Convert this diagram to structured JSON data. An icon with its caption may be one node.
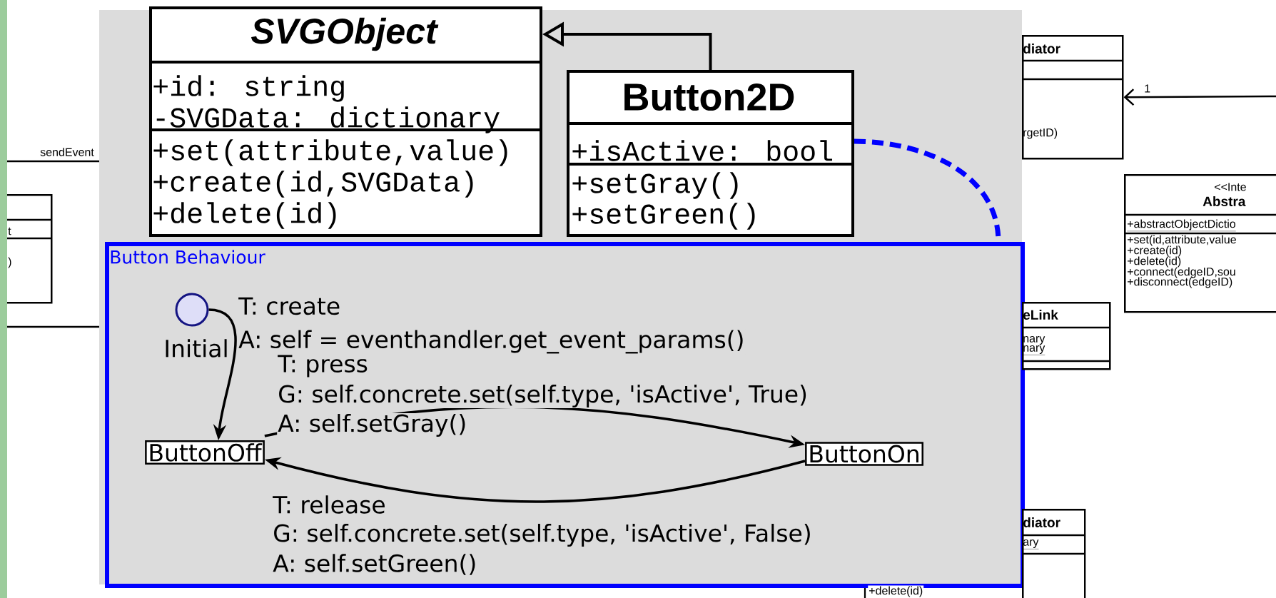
{
  "diagram": {
    "nodes": [
      {
        "text": [
          "SVGObject",
          "+id: string",
          "-SVGData: dictionary",
          "+set(attribute,value)",
          "+create(id,SVGData)",
          "+delete(id)"
        ]
      },
      {
        "text": [
          "Button2D",
          "+isActive: bool",
          "+setGray()",
          "+setGreen()"
        ]
      },
      {
        "text": [
          "Button Behaviour"
        ]
      },
      {
        "text": [],
        "shape": "circle",
        "beside": [
          "Initial"
        ],
        "in": 2
      },
      {
        "text": [
          "ButtonOff"
        ],
        "in": 2
      },
      {
        "text": [
          "ButtonOn"
        ],
        "in": 2
      },
      {
        "text": [
          "t",
          ")"
        ]
      },
      {
        "text": [
          "diator",
          "rgetID)"
        ]
      },
      {
        "text": [
          "<<Inte",
          "Abstra",
          "+abstractObjectDictio",
          "+set(id,attribute,value",
          "+create(id)",
          "+delete(id)",
          "+connect(edgeID,sou",
          "+disconnect(edgeID)"
        ]
      },
      {
        "text": [
          "eLink",
          "nary",
          "nary"
        ]
      },
      {
        "text": [
          "diator",
          "ary"
        ]
      }
    ],
    "edges": [
      {
        "from": 1,
        "to": 0,
        "arrow": "to"
      },
      {
        "from": 1,
        "to": 2,
        "arrow": "none",
        "style": "dashed",
        "color": "#0000ff"
      },
      {
        "from": 3,
        "to": 4,
        "arrow": "to",
        "label": "T: create"
      },
      {
        "from": 4,
        "to": 5,
        "arrow": "to",
        "label": "T: press"
      },
      {
        "from": 5,
        "to": 4,
        "arrow": "to",
        "label": "T: release"
      },
      {
        "from": null,
        "to": 7,
        "arrow": "to",
        "label": "1"
      }
    ],
    "labels": [
      "A: self = eventhandler.get_event_params()",
      "G: self.concrete.set(self.type, 'isActive', True)",
      "A: self.setGray()",
      "G: self.concrete.set(self.type, 'isActive', False)",
      "A: self.setGreen()",
      "sendEvent",
      "+delete(id)"
    ]
  }
}
